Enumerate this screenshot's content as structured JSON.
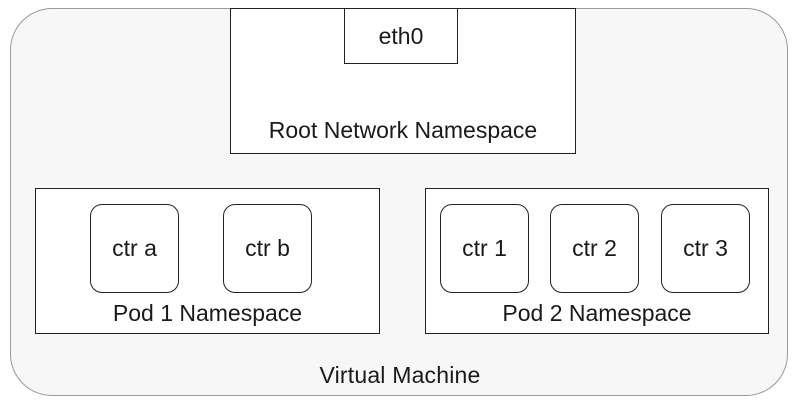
{
  "virtual_machine": {
    "label": "Virtual Machine"
  },
  "root_namespace": {
    "label": "Root Network Namespace",
    "interface": "eth0"
  },
  "pods": [
    {
      "label": "Pod 1 Namespace",
      "containers": [
        "ctr a",
        "ctr b"
      ]
    },
    {
      "label": "Pod 2 Namespace",
      "containers": [
        "ctr 1",
        "ctr 2",
        "ctr 3"
      ]
    }
  ]
}
